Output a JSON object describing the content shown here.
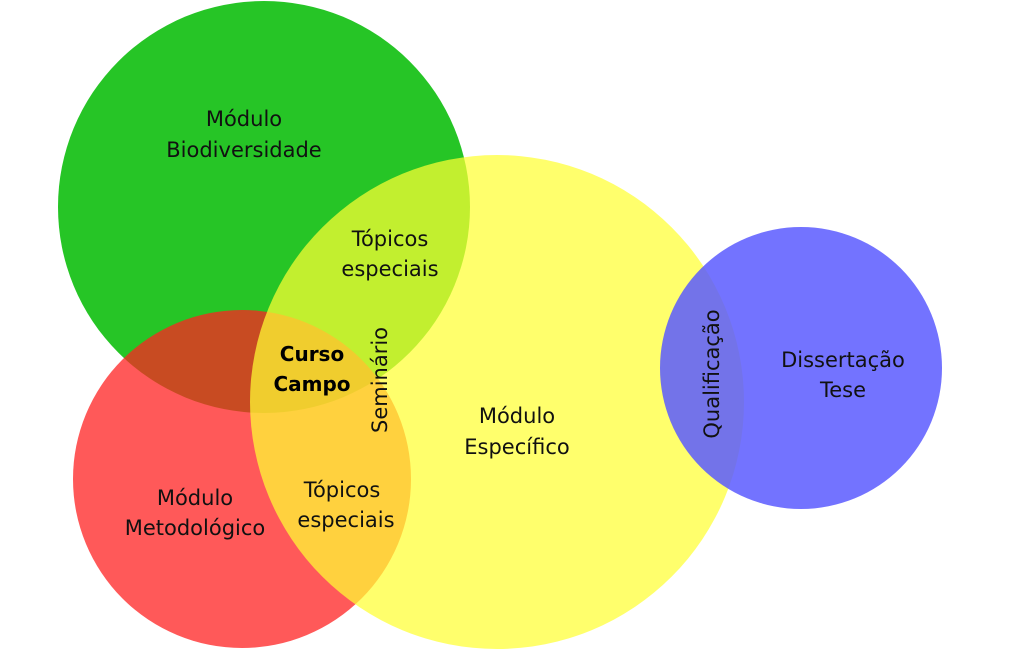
{
  "colors": {
    "background": "#ffffff",
    "biodiversidade": "#00bb00",
    "especifico": "#ffff33",
    "metodologico": "#ff2222",
    "dissertacao": "#5b5bff"
  },
  "circles": {
    "biodiversidade": {
      "line1": "Módulo",
      "line2": "Biodiversidade"
    },
    "especifico": {
      "line1": "Módulo",
      "line2": "Específico"
    },
    "metodologico": {
      "line1": "Módulo",
      "line2": "Metodológico"
    },
    "dissertacao": {
      "line1": "Dissertação",
      "line2": "Tese"
    }
  },
  "overlaps": {
    "topicos_especiais_top": {
      "line1": "Tópicos",
      "line2": "especiais"
    },
    "topicos_especiais_bottom": {
      "line1": "Tópicos",
      "line2": "especiais"
    },
    "curso_campo": {
      "line1": "Curso",
      "line2": "Campo"
    },
    "seminario": "Seminário",
    "qualificacao": "Qualificação"
  }
}
